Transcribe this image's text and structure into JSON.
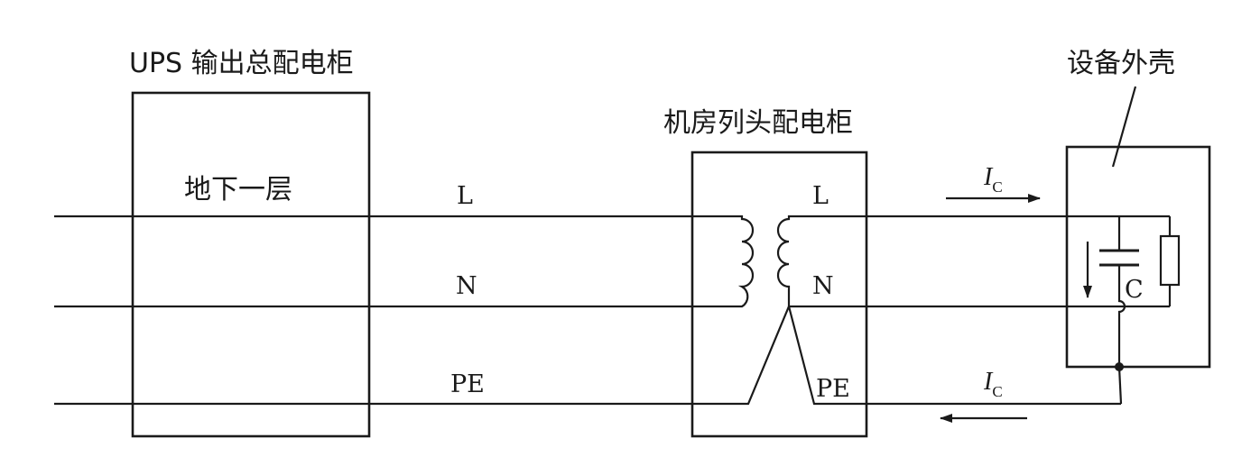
{
  "ups_cabinet": {
    "title": "UPS 输出总配电柜",
    "floor_label": "地下一层"
  },
  "row_cabinet": {
    "title": "机房列头配电柜",
    "label_L": "L",
    "label_N": "N",
    "label_PE": "PE"
  },
  "equipment": {
    "title": "设备外壳",
    "capacitor_label": "C"
  },
  "lines": {
    "L": "L",
    "N": "N",
    "PE": "PE"
  },
  "current": {
    "symbol": "I",
    "subscript": "C"
  },
  "colors": {
    "line": "#1a1a1a",
    "background": "#ffffff"
  }
}
